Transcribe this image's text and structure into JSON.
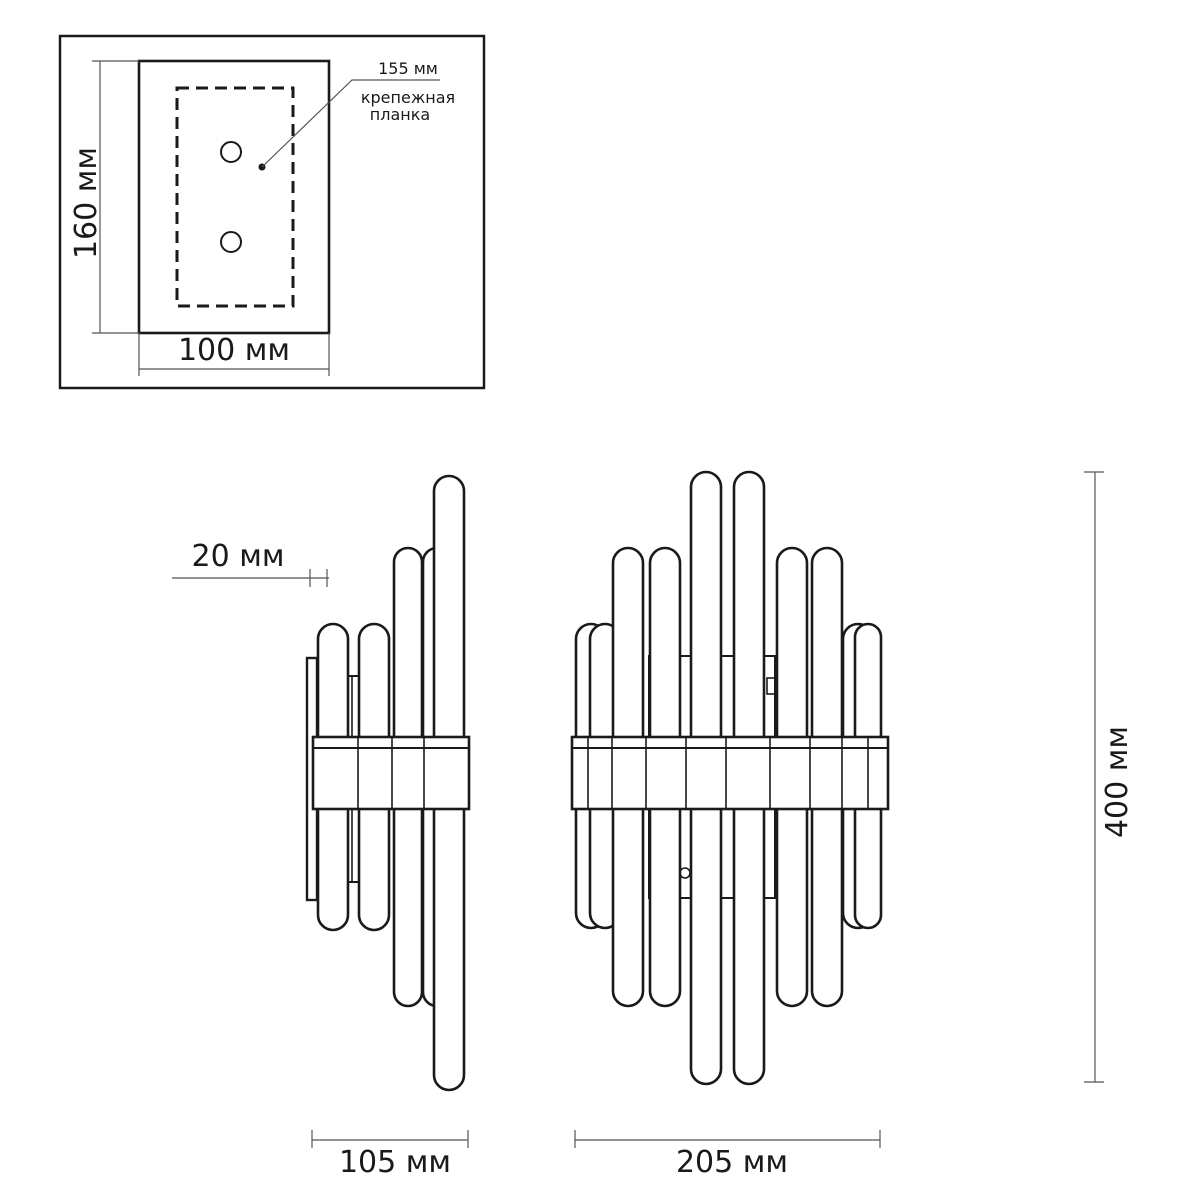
{
  "plate_view": {
    "height_label": "160 мм",
    "width_label": "100 мм",
    "callout_size": "155 мм",
    "callout_line1": "крепежная",
    "callout_line2": "планка"
  },
  "side_view": {
    "offset_label": "20 мм",
    "depth_label": "105 мм"
  },
  "front_view": {
    "width_label": "205 мм",
    "height_label": "400 мм"
  },
  "colors": {
    "line": "#1a1a1a",
    "dimension": "#555555",
    "background": "#ffffff"
  }
}
